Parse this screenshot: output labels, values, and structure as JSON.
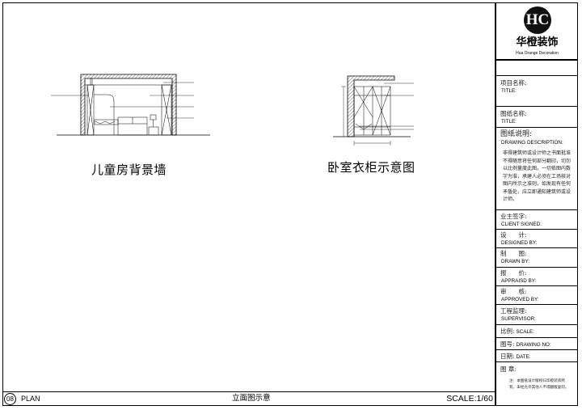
{
  "drawings": [
    {
      "title": "儿童房背景墙"
    },
    {
      "title": "卧室衣柜示意图"
    }
  ],
  "footer": {
    "number": "08",
    "plan_label": "PLAN",
    "center_title": "立面图示意",
    "scale": "SCALE:1/60"
  },
  "title_block": {
    "logo": {
      "name_cn": "华橙装饰",
      "name_en": "Hua Orange Decoration",
      "initials": "HC"
    },
    "project": {
      "cn": "项目名称:",
      "en": "TITLE:"
    },
    "drawing_name": {
      "cn": "图纸名称:",
      "en": "TITLE:"
    },
    "description": {
      "cn": "图纸说明:",
      "en": "DRAWING DESCRIPTION:",
      "body": "非得建筑师或设计师之书面批准不得随意将任何部分翻印，切勿以比例量度此图，一切依图内数字为准，承建人必须在工场核对图内所示之准则，如发现有任何矛盾处，应立即通知建筑师或设计师。"
    },
    "client": {
      "cn": "业主签字:",
      "en": "CLIENT SIGNED:"
    },
    "designed": {
      "cn": "设　　计:",
      "en": "DESIGNED BY:"
    },
    "drawn": {
      "cn": "制　　图:",
      "en": "DRAWN BY:"
    },
    "appraised": {
      "cn": "报　　价:",
      "en": "APPRAISD BY:"
    },
    "approved": {
      "cn": "审　　核:",
      "en": "APPROVED BY:"
    },
    "supervisor": {
      "cn": "工程监理:",
      "en": "SUPERVISOR:"
    },
    "scale": {
      "cn": "比例:",
      "en": "SCALE:"
    },
    "drawing_no": {
      "cn": "图号:",
      "en": "DRAWING NO:"
    },
    "date": {
      "cn": "日期:",
      "en": "DATE:"
    },
    "seal": {
      "cn": "图 章:",
      "note": "注：本图纸设计版权归华橙装饰所有，未经允许其他人不得翻版复印。"
    }
  }
}
